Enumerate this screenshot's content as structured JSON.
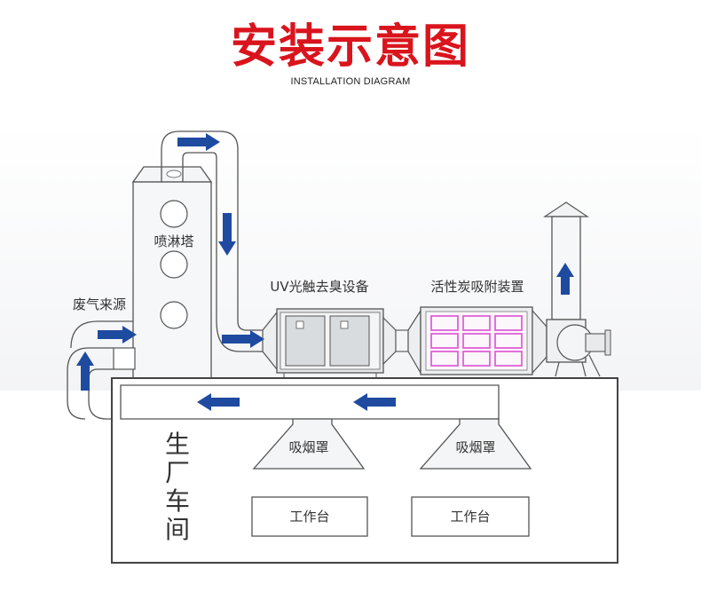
{
  "header": {
    "title": "安装示意图",
    "subtitle": "INSTALLATION DIAGRAM"
  },
  "labels": {
    "spray_tower": "喷淋塔",
    "waste_gas_source": "废气来源",
    "uv_device": "UV光触去臭设备",
    "activated_carbon": "活性炭吸附装置",
    "workshop": [
      "生",
      "厂",
      "车",
      "间"
    ],
    "hood_left": "吸烟罩",
    "hood_right": "吸烟罩",
    "bench_left": "工作台",
    "bench_right": "工作台"
  },
  "colors": {
    "title_red": "#d9141d",
    "arrow_blue": "#1e4aa0",
    "filter_pink": "#e060d8",
    "line_gray": "#555555"
  }
}
